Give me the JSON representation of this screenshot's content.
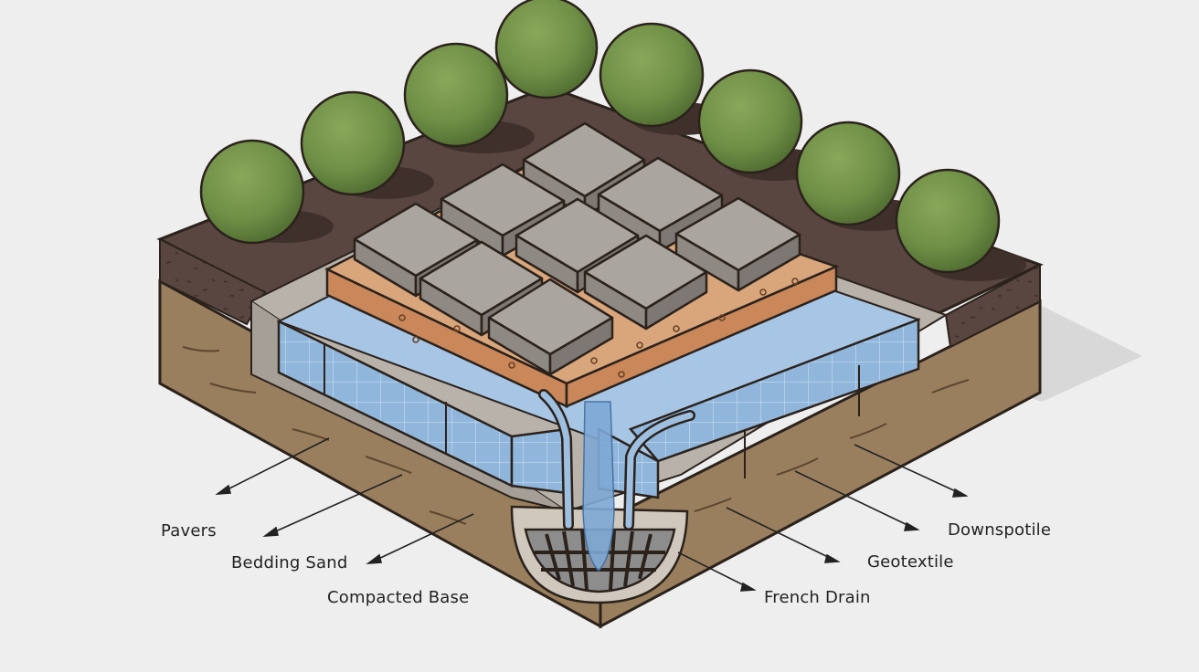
{
  "diagram": {
    "labels": {
      "pavers": "Pavers",
      "bedding_sand": "Bedding Sand",
      "compacted_base": "Compacted Base",
      "downspout": "Downspotile",
      "geotextile": "Geotextile",
      "french_drain": "French Drain"
    },
    "colors": {
      "background": "#eeeeee",
      "topsoil": "#5a4640",
      "subsoil": "#9a7f5e",
      "paver": "#a8a39d",
      "bedding_sand": "#d49a6e",
      "compacted_base": "#8fb3d9",
      "shrub": "#6f8f46",
      "grate": "#8d8d8d",
      "water": "#7fa9d6"
    }
  }
}
